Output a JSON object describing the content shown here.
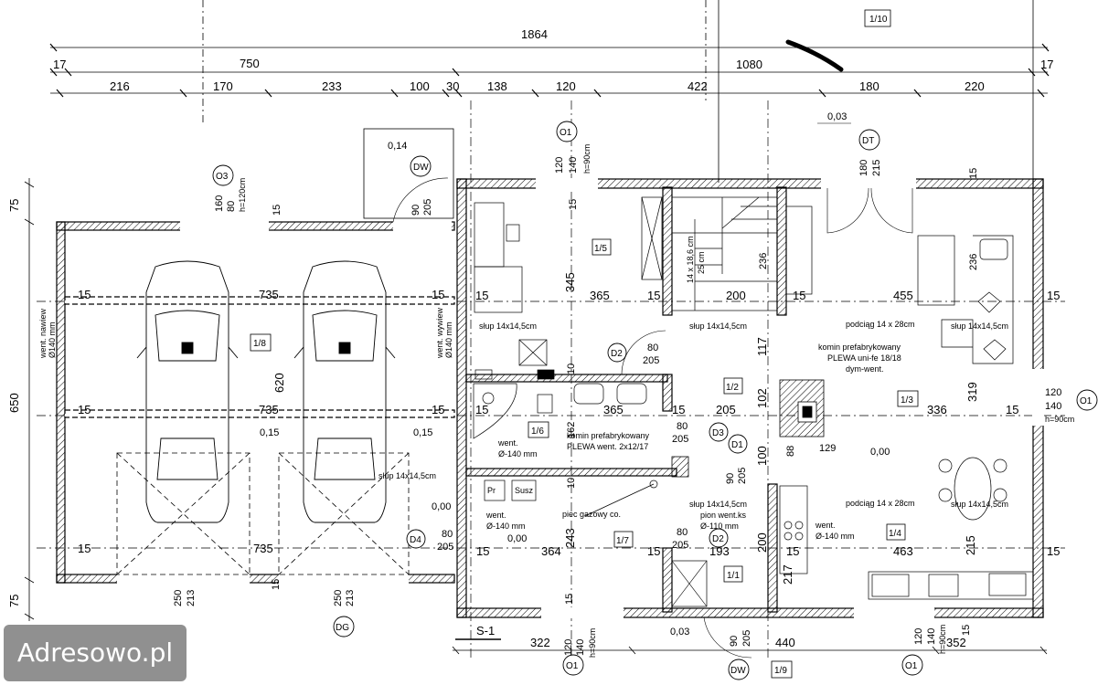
{
  "dims_top_row1": [
    "1864"
  ],
  "dims_top_row2": [
    "17",
    "750",
    "1080",
    "17"
  ],
  "dims_top_row3": [
    "216",
    "170",
    "233",
    "100",
    "30",
    "138",
    "120",
    "422",
    "180",
    "220"
  ],
  "rooms": [
    "1/8",
    "1/5",
    "1/2",
    "1/3",
    "1/6",
    "1/7",
    "1/1",
    "1/4",
    "1/9",
    "1/10"
  ],
  "interior_dims": {
    "garage_w_top": "735",
    "garage_w_mid": "735",
    "garage_w_bot": "735",
    "garage_h": "620",
    "r15_w": "365",
    "r15_h": "345",
    "stair_w": "200",
    "r13_w": "455",
    "r13_w2": "336",
    "r13_h": "319",
    "r12_w": "365",
    "r12_w2": "205",
    "r12_h": "117",
    "r12_h2": "102",
    "r16_h": "162",
    "r17_w": "364",
    "r17_h": "243",
    "r11_w": "193",
    "r11_h": "200",
    "r11_h2": "217",
    "r14_w": "463",
    "r14_h": "215",
    "chimney_w": "129",
    "chimney_h": "88",
    "stair_steps": "14 x 18,6 cm",
    "stair_tread": "25 cm",
    "stair_h": "236",
    "left_h": "650",
    "left_top": "75",
    "left_bot": "75",
    "fifteen": "15",
    "ten": "10",
    "hundred": "100",
    "dw_w": "90",
    "dw_h": "205"
  },
  "bottom_dims": [
    "322",
    "440",
    "352"
  ],
  "labels": {
    "slup": "słup 14x14,5cm",
    "podciag": "podciąg 14 x 28cm",
    "komin_prefab": "komin prefabrykowany",
    "komin_plewa": "PLEWA uni-fe 18/18",
    "dym_went": "dym-went.",
    "komin_prefab2": "komin prefabrykowany",
    "komin_plewa2": "PLEWA went. 2x12/17",
    "went": "went.",
    "went_140": "Ø-140 mm",
    "piec": "piec gazowy co.",
    "pion": "pion went.ks",
    "pion_d": "Ø-110 mm",
    "went_nawiew": "went. nawiew",
    "went_nawiew_d": "Ø140 mm",
    "went_wywiew": "went. wywiew",
    "went_wywiew_d": "Ø140 mm",
    "h120": "h=120cm",
    "h90": "h=90cm",
    "lev_003": "0,03",
    "lev_014": "0,14",
    "lev_015": "0,15",
    "lev_000": "0,00",
    "s1": "S-1"
  },
  "tags": {
    "O1": "O1",
    "O3": "O3",
    "DW": "DW",
    "DT": "DT",
    "DG": "DG",
    "D1": "D1",
    "D2": "D2",
    "D3": "D3",
    "D4": "D4"
  },
  "window_dims": {
    "o1_a": "120",
    "o1_b": "140",
    "o3_a": "160",
    "o3_b": "80",
    "dt_a": "180",
    "dt_b": "215",
    "dg_a": "250",
    "dg_b": "213",
    "dw_a": "90",
    "dw_b": "205",
    "d_80": "80",
    "d_205": "205"
  },
  "watermark": "Adresowo.pl"
}
